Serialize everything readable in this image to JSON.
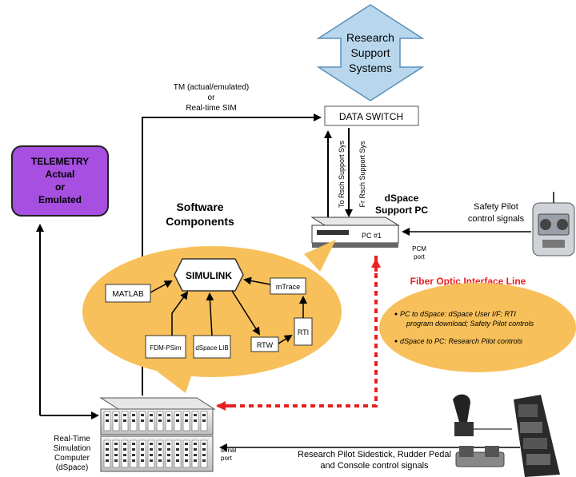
{
  "research_support": {
    "line1": "Research",
    "line2": "Support",
    "line3": "Systems"
  },
  "data_switch": {
    "label": "DATA SWITCH"
  },
  "tm_label": {
    "line1": "TM (actual/emulated)",
    "line2": "or",
    "line3": "Real-time SIM"
  },
  "telemetry": {
    "line1": "TELEMETRY",
    "line2": "Actual",
    "line3": "or",
    "line4": "Emulated"
  },
  "to_rsch_label": "To Rsch Support Sys",
  "fr_rsch_label": "Fr Rsch Support Sys",
  "dspace_pc": {
    "title1": "dSpace",
    "title2": "Support PC",
    "unit_label": "PC #1",
    "port1": "PCM",
    "port2": "port"
  },
  "safety_pilot": {
    "line1": "Safety Pilot",
    "line2": "control signals"
  },
  "software_components": {
    "line1": "Software",
    "line2": "Components"
  },
  "blocks": {
    "matlab": "MATLAB",
    "simulink": "SIMULINK",
    "mtrace": "mTrace",
    "rti": "RTI",
    "rtw": "RTW",
    "fdm": "FDM-PSim",
    "dspace_lib": "dSpace LIB"
  },
  "fiber_optic": {
    "title": "Fiber Optic Interface Line",
    "bullet1_line1": "PC to dSpace: dSpace User I/F;  RTI",
    "bullet1_line2": "program download; Safety Pilot controls",
    "bullet2": "dSpace to PC:  Research Pilot controls"
  },
  "rt_computer": {
    "line1": "Real-Time",
    "line2": "Simulation",
    "line3": "Computer",
    "line4": "(dSpace)"
  },
  "serial_port": {
    "line1": "serial",
    "line2": "port"
  },
  "research_pilot": {
    "line1": "Research Pilot Sidestick, Rudder Pedal",
    "line2": "and Console control signals"
  },
  "colors": {
    "telemetry_fill": "#a64fe0",
    "bubble_fill": "#f7c05a",
    "fiber_red": "#e82020",
    "arrow_fill": "#b8d7ec"
  }
}
